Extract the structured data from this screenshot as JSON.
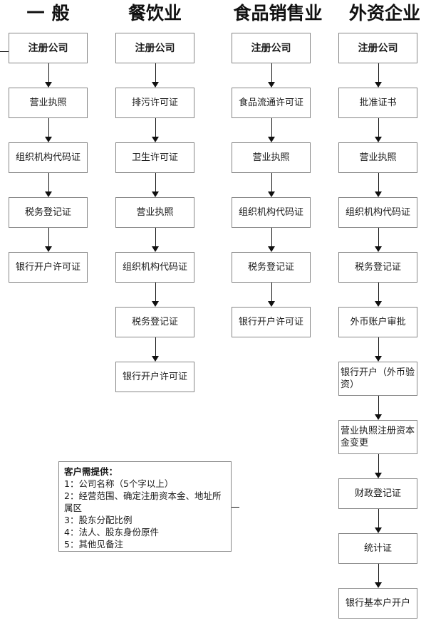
{
  "figure": {
    "kind": "company-registration-flowchart",
    "border_color": "#868686",
    "line_color": "#111111",
    "background": "#ffffff"
  },
  "columns": [
    {
      "header": "一般",
      "steps": [
        "注册公司",
        "营业执照",
        "组织机构代码证",
        "税务登记证",
        "银行开户许可证"
      ]
    },
    {
      "header": "餐饮业",
      "steps": [
        "注册公司",
        "排污许可证",
        "卫生许可证",
        "营业执照",
        "组织机构代码证",
        "税务登记证",
        "银行开户许可证"
      ]
    },
    {
      "header": "食品销售业",
      "steps": [
        "注册公司",
        "食品流通许可证",
        "营业执照",
        "组织机构代码证",
        "税务登记证",
        "银行开户许可证"
      ]
    },
    {
      "header": "外资企业",
      "steps": [
        "注册公司",
        "批准证书",
        "营业执照",
        "组织机构代码证",
        "税务登记证",
        "外币账户审批",
        "银行开户（外币验资）",
        "营业执照注册资本金变更",
        "财政登记证",
        "统计证",
        "银行基本户开户"
      ]
    }
  ],
  "notes": {
    "heading": "客户需提供：",
    "lines": [
      "1：公司名称（5个字以上）",
      "2：经营范围、确定注册资本金、地址所属区",
      "3：股东分配比例",
      "4：法人、股东身份原件",
      "5：其他见备注"
    ]
  }
}
